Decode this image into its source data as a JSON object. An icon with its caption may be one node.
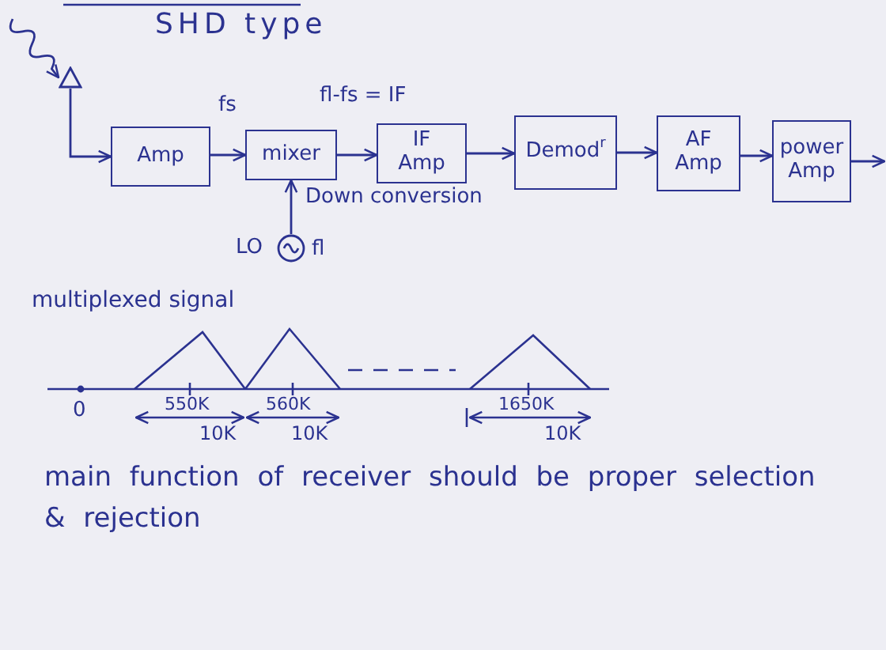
{
  "diagram": {
    "title": "SHD type",
    "nodes": [
      {
        "text": [],
        "shape": "antenna"
      },
      {
        "text": [
          "Amp"
        ]
      },
      {
        "text": [
          "mixer"
        ]
      },
      {
        "text": [
          "IF Amp"
        ]
      },
      {
        "text": [
          "Demod$^{r}$"
        ]
      },
      {
        "text": [
          "AF Amp"
        ]
      },
      {
        "text": [
          "power Amp"
        ]
      },
      {
        "text": [],
        "shape": "circle",
        "beside": [
          "LO",
          "fl"
        ]
      }
    ],
    "edges": [
      {
        "from": null,
        "to": 0,
        "arrow": "to"
      },
      {
        "from": 0,
        "to": 1,
        "arrow": "to"
      },
      {
        "from": 1,
        "to": 2,
        "arrow": "to",
        "label": "fs"
      },
      {
        "from": 2,
        "to": 3,
        "arrow": "to",
        "label": "fl-fs = IF"
      },
      {
        "from": 3,
        "to": 4,
        "arrow": "to"
      },
      {
        "from": 4,
        "to": 5,
        "arrow": "to"
      },
      {
        "from": 5,
        "to": 6,
        "arrow": "to"
      },
      {
        "from": 6,
        "to": null,
        "arrow": "to"
      },
      {
        "from": 7,
        "to": 2,
        "arrow": "to",
        "label": "Down conversion"
      }
    ],
    "labels": [
      "multiplexed signal",
      "0",
      "550K",
      "560K",
      "1650K",
      "10K",
      "10K",
      "10K",
      "main function of receiver should be proper selection & rejection"
    ]
  }
}
